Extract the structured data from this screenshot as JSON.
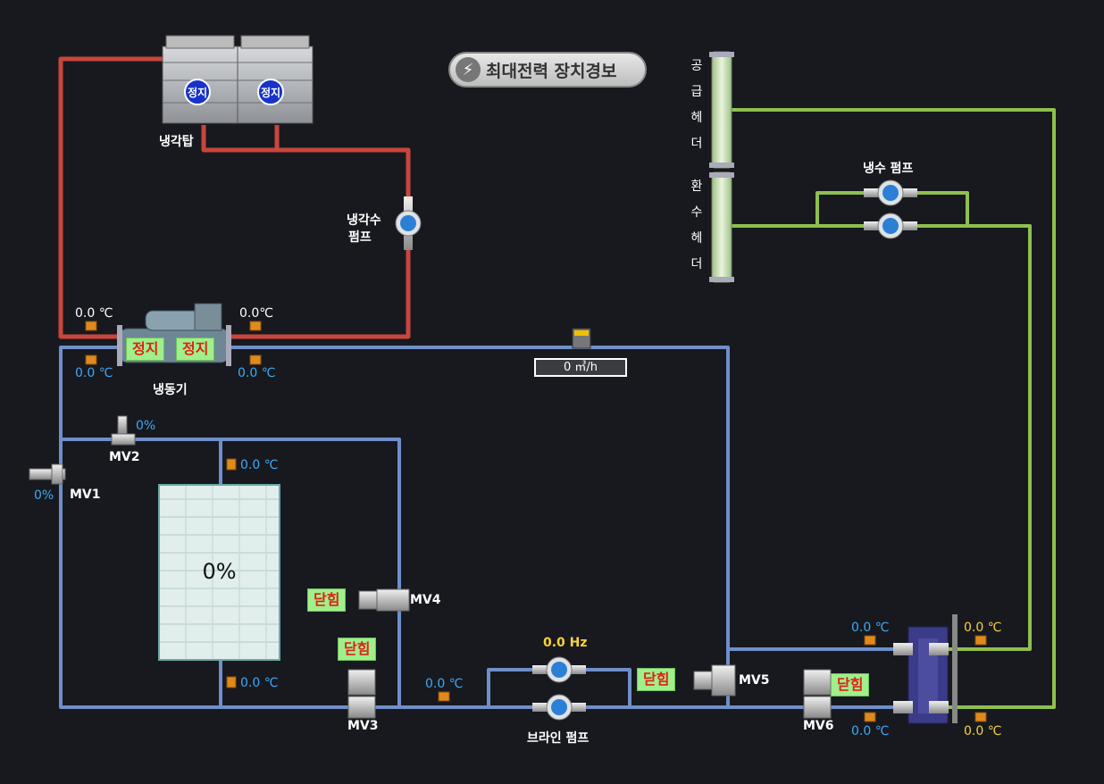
{
  "alarm": {
    "label": "최대전력 장치경보",
    "icon": "lightning-icon"
  },
  "cooling_tower": {
    "label": "냉각탑",
    "units": [
      {
        "status": "정지"
      },
      {
        "status": "정지"
      }
    ]
  },
  "cooling_water_pump": {
    "label_line1": "냉각수",
    "label_line2": "펌프"
  },
  "chiller": {
    "label": "냉동기",
    "status_left": "정지",
    "status_right": "정지",
    "temp_top_left": "0.0 ℃",
    "temp_top_right": "0.0℃",
    "temp_bottom_left": "0.0 ℃",
    "temp_bottom_right": "0.0 ℃"
  },
  "flow_meter": {
    "value": "0 ㎥/h"
  },
  "headers": {
    "supply": [
      "공",
      "급",
      "헤",
      "더"
    ],
    "return": [
      "환",
      "수",
      "헤",
      "더"
    ]
  },
  "chilled_water_pump": {
    "label": "냉수 펌프"
  },
  "valves": {
    "mv1": {
      "label": "MV1",
      "value": "0%"
    },
    "mv2": {
      "label": "MV2",
      "value": "0%"
    },
    "mv3": {
      "label": "MV3",
      "status": "닫힘"
    },
    "mv4": {
      "label": "MV4",
      "status": "닫힘"
    },
    "mv5": {
      "label": "MV5",
      "status": "닫힘"
    },
    "mv6": {
      "label": "MV6",
      "status": "닫힘"
    }
  },
  "ice_tank": {
    "level": "0%",
    "temp_top": "0.0 ℃",
    "temp_bottom": "0.0 ℃"
  },
  "brine_pump": {
    "label": "브라인 펌프",
    "frequency": "0.0 Hz",
    "temp": "0.0 ℃"
  },
  "heat_exchanger": {
    "temp_left_top": "0.0 ℃",
    "temp_left_bottom": "0.0 ℃",
    "temp_right_top": "0.0 ℃",
    "temp_right_bottom": "0.0 ℃"
  },
  "colors": {
    "cooling_pipe": "#c8463d",
    "brine_pipe": "#6f8fc9",
    "chilled_pipe": "#8fbf4f",
    "value_blue": "#3fa9f5",
    "value_yellow": "#f7d33a"
  }
}
